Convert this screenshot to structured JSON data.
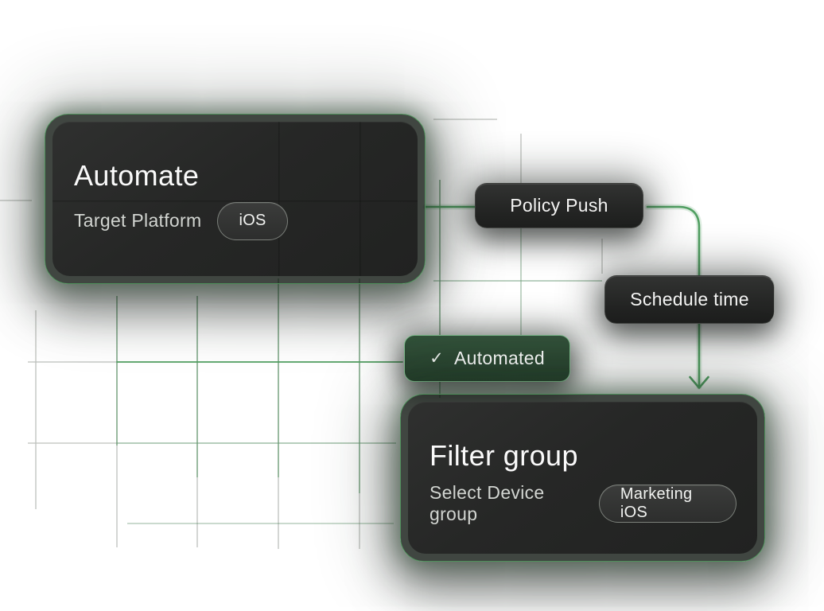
{
  "diagram": {
    "automate_card": {
      "title": "Automate",
      "field_label": "Target Platform",
      "field_value": "iOS"
    },
    "policy_push_node": {
      "label": "Policy Push"
    },
    "schedule_time_node": {
      "label": "Schedule time"
    },
    "automated_badge": {
      "check": "✓",
      "label": "Automated"
    },
    "filter_card": {
      "title": "Filter group",
      "field_label": "Select Device group",
      "field_value": "Marketing iOS"
    }
  },
  "colors": {
    "background": "#ffffff",
    "card_border_green": "#4e8f5a",
    "badge_border_green": "#7fbc8d",
    "badge_fill_green": "#2b4732",
    "connector_green": "#51a062",
    "grid_green": "#3e7b4b",
    "grid_gray": "#7d837c",
    "node_fill_dark": "#262726",
    "text_primary": "#fafafa",
    "text_secondary": "#d2d5d1"
  }
}
